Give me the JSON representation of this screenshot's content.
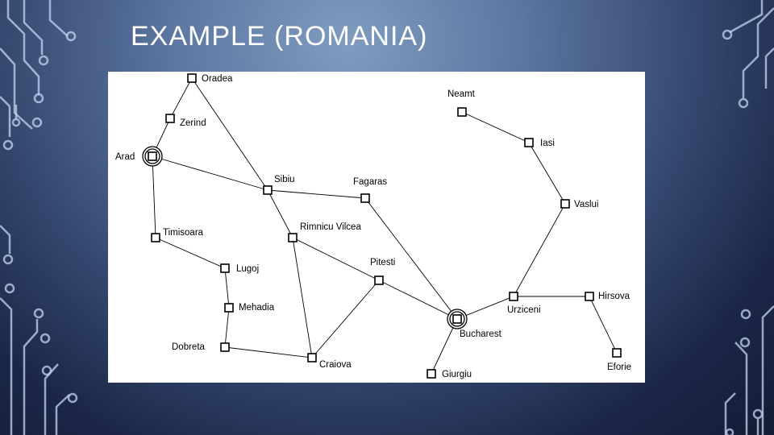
{
  "slide": {
    "title": "EXAMPLE (ROMANIA)"
  },
  "colors": {
    "background_top": "#7f9cc0",
    "background_bottom": "#141b36",
    "circuit_lines": "#c4d6f0",
    "map_background": "#ffffff",
    "node_stroke": "#000000"
  },
  "map": {
    "cities": [
      {
        "id": "oradea",
        "name": "Oradea"
      },
      {
        "id": "zerind",
        "name": "Zerind"
      },
      {
        "id": "arad",
        "name": "Arad"
      },
      {
        "id": "sibiu",
        "name": "Sibiu"
      },
      {
        "id": "fagaras",
        "name": "Fagaras"
      },
      {
        "id": "timisoara",
        "name": "Timisoara"
      },
      {
        "id": "rimnicu",
        "name": "Rimnicu Vilcea"
      },
      {
        "id": "lugoj",
        "name": "Lugoj"
      },
      {
        "id": "pitesti",
        "name": "Pitesti"
      },
      {
        "id": "mehadia",
        "name": "Mehadia"
      },
      {
        "id": "dobreta",
        "name": "Dobreta"
      },
      {
        "id": "craiova",
        "name": "Craiova"
      },
      {
        "id": "bucharest",
        "name": "Bucharest"
      },
      {
        "id": "giurgiu",
        "name": "Giurgiu"
      },
      {
        "id": "urziceni",
        "name": "Urziceni"
      },
      {
        "id": "hirsova",
        "name": "Hirsova"
      },
      {
        "id": "eforie",
        "name": "Eforie"
      },
      {
        "id": "vaslui",
        "name": "Vaslui"
      },
      {
        "id": "iasi",
        "name": "Iasi"
      },
      {
        "id": "neamt",
        "name": "Neamt"
      }
    ],
    "roads": [
      [
        "oradea",
        "zerind"
      ],
      [
        "oradea",
        "sibiu"
      ],
      [
        "zerind",
        "arad"
      ],
      [
        "arad",
        "sibiu"
      ],
      [
        "arad",
        "timisoara"
      ],
      [
        "timisoara",
        "lugoj"
      ],
      [
        "lugoj",
        "mehadia"
      ],
      [
        "mehadia",
        "dobreta"
      ],
      [
        "dobreta",
        "craiova"
      ],
      [
        "sibiu",
        "fagaras"
      ],
      [
        "sibiu",
        "rimnicu"
      ],
      [
        "rimnicu",
        "pitesti"
      ],
      [
        "rimnicu",
        "craiova"
      ],
      [
        "craiova",
        "pitesti"
      ],
      [
        "fagaras",
        "bucharest"
      ],
      [
        "pitesti",
        "bucharest"
      ],
      [
        "bucharest",
        "giurgiu"
      ],
      [
        "bucharest",
        "urziceni"
      ],
      [
        "urziceni",
        "hirsova"
      ],
      [
        "hirsova",
        "eforie"
      ],
      [
        "urziceni",
        "vaslui"
      ],
      [
        "vaslui",
        "iasi"
      ],
      [
        "iasi",
        "neamt"
      ]
    ],
    "highlighted_cities": [
      "arad",
      "bucharest"
    ]
  }
}
